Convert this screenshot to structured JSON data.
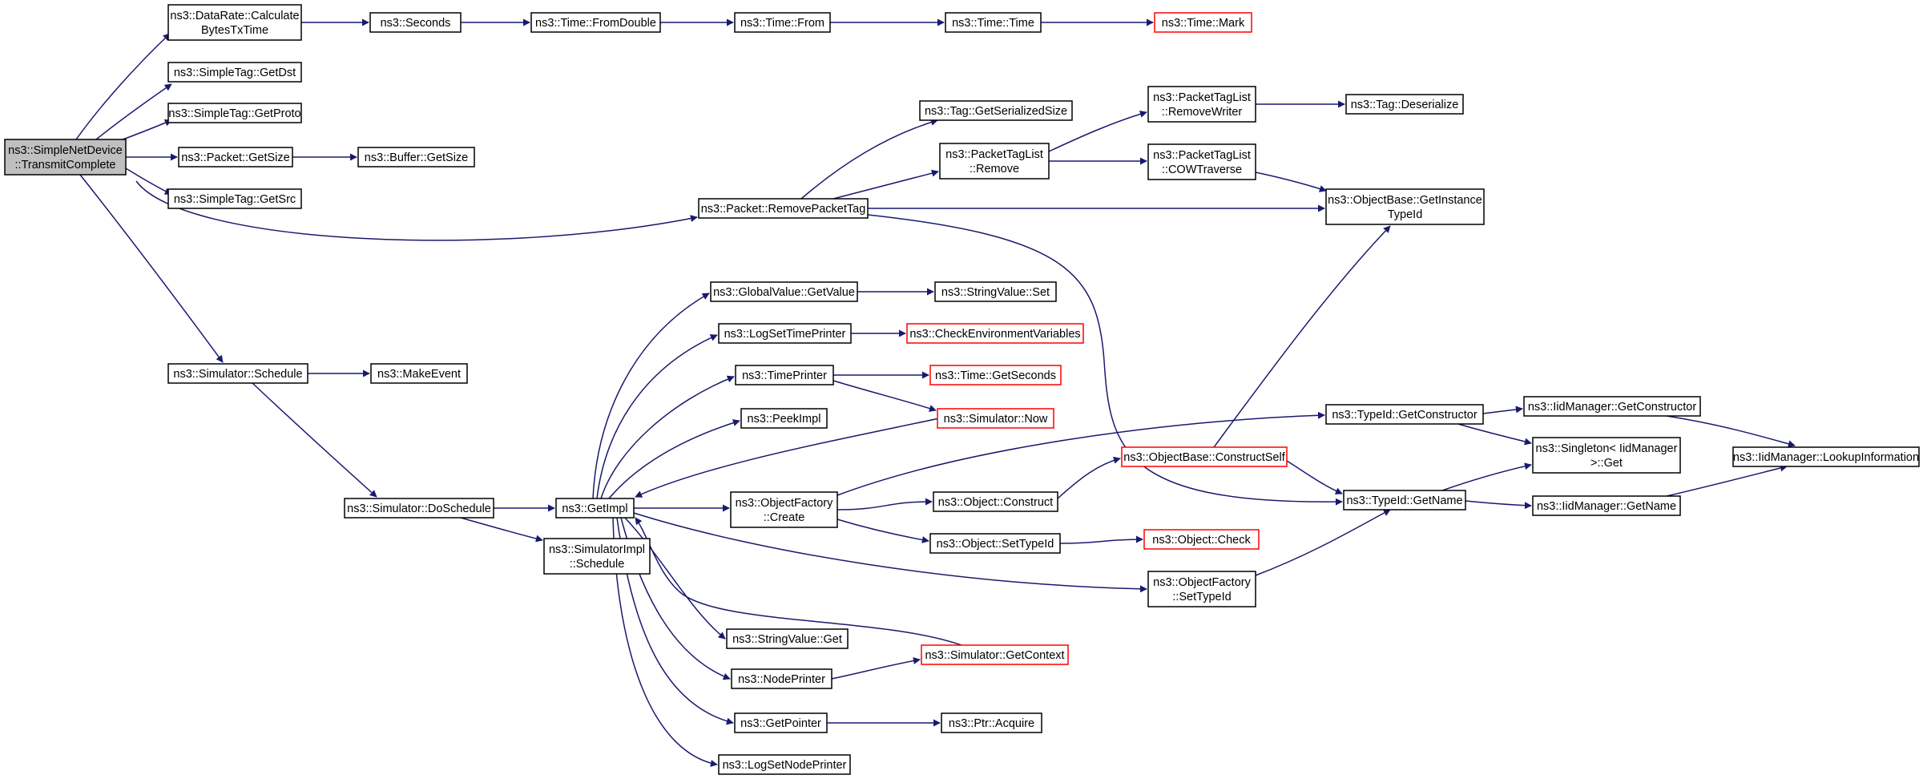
{
  "colors": {
    "edge": "#191970",
    "node_border": "#000000",
    "node_fill": "#ffffff",
    "root_fill": "#bfbfbf",
    "truncated_border": "#ff0000"
  },
  "nodes": [
    {
      "id": "root",
      "lines": [
        "ns3::SimpleNetDevice",
        "::TransmitComplete"
      ],
      "style": "root"
    },
    {
      "id": "datarate",
      "lines": [
        "ns3::DataRate::Calculate",
        "BytesTxTime"
      ],
      "style": "normal"
    },
    {
      "id": "seconds",
      "lines": [
        "ns3::Seconds"
      ],
      "style": "normal"
    },
    {
      "id": "fromdouble",
      "lines": [
        "ns3::Time::FromDouble"
      ],
      "style": "normal"
    },
    {
      "id": "timefrom",
      "lines": [
        "ns3::Time::From"
      ],
      "style": "normal"
    },
    {
      "id": "timetime",
      "lines": [
        "ns3::Time::Time"
      ],
      "style": "normal"
    },
    {
      "id": "timemark",
      "lines": [
        "ns3::Time::Mark"
      ],
      "style": "truncated"
    },
    {
      "id": "getdst",
      "lines": [
        "ns3::SimpleTag::GetDst"
      ],
      "style": "normal"
    },
    {
      "id": "getproto",
      "lines": [
        "ns3::SimpleTag::GetProto"
      ],
      "style": "normal"
    },
    {
      "id": "pktgetsize",
      "lines": [
        "ns3::Packet::GetSize"
      ],
      "style": "normal"
    },
    {
      "id": "bufgetsize",
      "lines": [
        "ns3::Buffer::GetSize"
      ],
      "style": "normal"
    },
    {
      "id": "getsrc",
      "lines": [
        "ns3::SimpleTag::GetSrc"
      ],
      "style": "normal"
    },
    {
      "id": "removepackettag",
      "lines": [
        "ns3::Packet::RemovePacketTag"
      ],
      "style": "normal"
    },
    {
      "id": "tagserial",
      "lines": [
        "ns3::Tag::GetSerializedSize"
      ],
      "style": "normal"
    },
    {
      "id": "ptlremove",
      "lines": [
        "ns3::PacketTagList",
        "::Remove"
      ],
      "style": "normal"
    },
    {
      "id": "ptlremovewriter",
      "lines": [
        "ns3::PacketTagList",
        "::RemoveWriter"
      ],
      "style": "normal"
    },
    {
      "id": "ptlcow",
      "lines": [
        "ns3::PacketTagList",
        "::COWTraverse"
      ],
      "style": "normal"
    },
    {
      "id": "tagdeser",
      "lines": [
        "ns3::Tag::Deserialize"
      ],
      "style": "normal"
    },
    {
      "id": "objbasegetinst",
      "lines": [
        "ns3::ObjectBase::GetInstance",
        "TypeId"
      ],
      "style": "normal"
    },
    {
      "id": "simschedule",
      "lines": [
        "ns3::Simulator::Schedule"
      ],
      "style": "normal"
    },
    {
      "id": "makeevent",
      "lines": [
        "ns3::MakeEvent"
      ],
      "style": "normal"
    },
    {
      "id": "doschedule",
      "lines": [
        "ns3::Simulator::DoSchedule"
      ],
      "style": "normal"
    },
    {
      "id": "getimpl",
      "lines": [
        "ns3::GetImpl"
      ],
      "style": "normal"
    },
    {
      "id": "simimplschedule",
      "lines": [
        "ns3::SimulatorImpl",
        "::Schedule"
      ],
      "style": "normal"
    },
    {
      "id": "globalvalue",
      "lines": [
        "ns3::GlobalValue::GetValue"
      ],
      "style": "normal"
    },
    {
      "id": "stringvalueset",
      "lines": [
        "ns3::StringValue::Set"
      ],
      "style": "normal"
    },
    {
      "id": "logsettimeprinter",
      "lines": [
        "ns3::LogSetTimePrinter"
      ],
      "style": "normal"
    },
    {
      "id": "checkenv",
      "lines": [
        "ns3::CheckEnvironmentVariables"
      ],
      "style": "truncated"
    },
    {
      "id": "timeprinter",
      "lines": [
        "ns3::TimePrinter"
      ],
      "style": "normal"
    },
    {
      "id": "timegetseconds",
      "lines": [
        "ns3::Time::GetSeconds"
      ],
      "style": "truncated"
    },
    {
      "id": "simnow",
      "lines": [
        "ns3::Simulator::Now"
      ],
      "style": "truncated"
    },
    {
      "id": "peekimpl",
      "lines": [
        "ns3::PeekImpl"
      ],
      "style": "normal"
    },
    {
      "id": "objfactorycreate",
      "lines": [
        "ns3::ObjectFactory",
        "::Create"
      ],
      "style": "normal"
    },
    {
      "id": "objconstruct",
      "lines": [
        "ns3::Object::Construct"
      ],
      "style": "normal"
    },
    {
      "id": "objsettypeid",
      "lines": [
        "ns3::Object::SetTypeId"
      ],
      "style": "normal"
    },
    {
      "id": "objcheck",
      "lines": [
        "ns3::Object::Check"
      ],
      "style": "truncated"
    },
    {
      "id": "constructself",
      "lines": [
        "ns3::ObjectBase::ConstructSelf"
      ],
      "style": "truncated"
    },
    {
      "id": "typeidgetctor",
      "lines": [
        "ns3::TypeId::GetConstructor"
      ],
      "style": "normal"
    },
    {
      "id": "iidgetctor",
      "lines": [
        "ns3::IidManager::GetConstructor"
      ],
      "style": "normal"
    },
    {
      "id": "singletonget",
      "lines": [
        "ns3::Singleton< IidManager",
        ">::Get"
      ],
      "style": "normal"
    },
    {
      "id": "iidlookup",
      "lines": [
        "ns3::IidManager::LookupInformation"
      ],
      "style": "normal"
    },
    {
      "id": "typeidgetname",
      "lines": [
        "ns3::TypeId::GetName"
      ],
      "style": "normal"
    },
    {
      "id": "iidgetname",
      "lines": [
        "ns3::IidManager::GetName"
      ],
      "style": "normal"
    },
    {
      "id": "objfactorysettypeid",
      "lines": [
        "ns3::ObjectFactory",
        "::SetTypeId"
      ],
      "style": "normal"
    },
    {
      "id": "stringvalueget",
      "lines": [
        "ns3::StringValue::Get"
      ],
      "style": "normal"
    },
    {
      "id": "simgetcontext",
      "lines": [
        "ns3::Simulator::GetContext"
      ],
      "style": "truncated"
    },
    {
      "id": "nodeprinter",
      "lines": [
        "ns3::NodePrinter"
      ],
      "style": "normal"
    },
    {
      "id": "getpointer",
      "lines": [
        "ns3::GetPointer"
      ],
      "style": "normal"
    },
    {
      "id": "ptracquire",
      "lines": [
        "ns3::Ptr::Acquire"
      ],
      "style": "normal"
    },
    {
      "id": "logsetnodeprinter",
      "lines": [
        "ns3::LogSetNodePrinter"
      ],
      "style": "normal"
    }
  ],
  "edges": [
    [
      "root",
      "datarate"
    ],
    [
      "root",
      "getdst"
    ],
    [
      "root",
      "getproto"
    ],
    [
      "root",
      "pktgetsize"
    ],
    [
      "root",
      "getsrc"
    ],
    [
      "root",
      "removepackettag"
    ],
    [
      "root",
      "simschedule"
    ],
    [
      "datarate",
      "seconds"
    ],
    [
      "seconds",
      "fromdouble"
    ],
    [
      "fromdouble",
      "timefrom"
    ],
    [
      "timefrom",
      "timetime"
    ],
    [
      "timetime",
      "timemark"
    ],
    [
      "pktgetsize",
      "bufgetsize"
    ],
    [
      "removepackettag",
      "tagserial"
    ],
    [
      "removepackettag",
      "ptlremove"
    ],
    [
      "removepackettag",
      "objbasegetinst"
    ],
    [
      "removepackettag",
      "typeidgetname"
    ],
    [
      "ptlremove",
      "ptlremovewriter"
    ],
    [
      "ptlremove",
      "ptlcow"
    ],
    [
      "ptlremovewriter",
      "tagdeser"
    ],
    [
      "ptlcow",
      "objbasegetinst"
    ],
    [
      "simschedule",
      "makeevent"
    ],
    [
      "simschedule",
      "doschedule"
    ],
    [
      "doschedule",
      "getimpl"
    ],
    [
      "doschedule",
      "simimplschedule"
    ],
    [
      "getimpl",
      "globalvalue"
    ],
    [
      "getimpl",
      "logsettimeprinter"
    ],
    [
      "getimpl",
      "timeprinter"
    ],
    [
      "getimpl",
      "peekimpl"
    ],
    [
      "getimpl",
      "objfactorycreate"
    ],
    [
      "getimpl",
      "objfactorysettypeid"
    ],
    [
      "getimpl",
      "stringvalueget"
    ],
    [
      "getimpl",
      "nodeprinter"
    ],
    [
      "getimpl",
      "getpointer"
    ],
    [
      "getimpl",
      "logsetnodeprinter"
    ],
    [
      "globalvalue",
      "stringvalueset"
    ],
    [
      "logsettimeprinter",
      "checkenv"
    ],
    [
      "timeprinter",
      "timegetseconds"
    ],
    [
      "timeprinter",
      "simnow"
    ],
    [
      "simnow",
      "getimpl"
    ],
    [
      "objfactorycreate",
      "typeidgetctor"
    ],
    [
      "objfactorycreate",
      "objconstruct"
    ],
    [
      "objfactorycreate",
      "objsettypeid"
    ],
    [
      "objconstruct",
      "constructself"
    ],
    [
      "objsettypeid",
      "objcheck"
    ],
    [
      "constructself",
      "objbasegetinst"
    ],
    [
      "constructself",
      "typeidgetname"
    ],
    [
      "typeidgetctor",
      "iidgetctor"
    ],
    [
      "typeidgetctor",
      "singletonget"
    ],
    [
      "iidgetctor",
      "iidlookup"
    ],
    [
      "typeidgetname",
      "singletonget"
    ],
    [
      "typeidgetname",
      "iidgetname"
    ],
    [
      "iidgetname",
      "iidlookup"
    ],
    [
      "objfactorysettypeid",
      "typeidgetname"
    ],
    [
      "nodeprinter",
      "simgetcontext"
    ],
    [
      "simgetcontext",
      "getimpl"
    ],
    [
      "getpointer",
      "ptracquire"
    ]
  ]
}
